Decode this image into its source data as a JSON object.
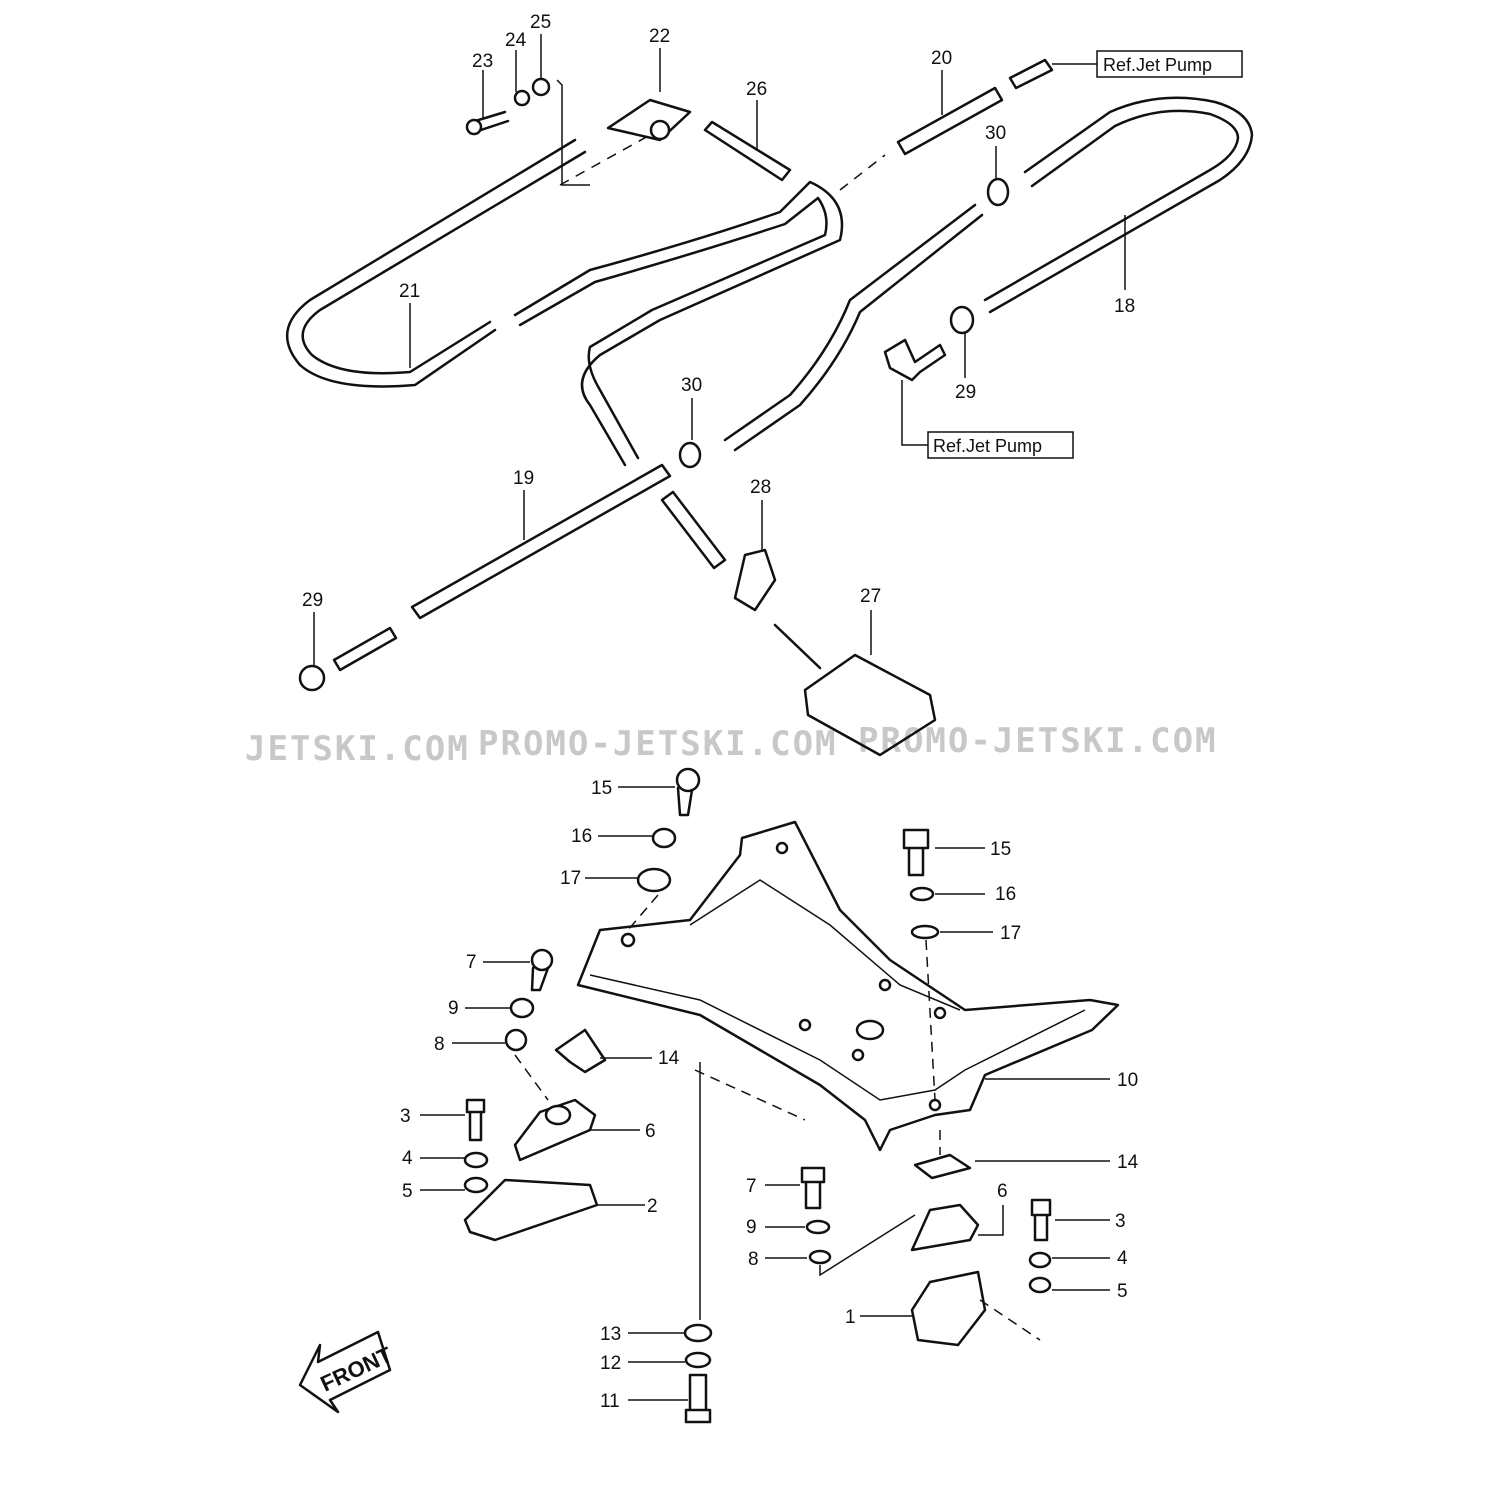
{
  "watermarks": [
    "JETSKI.COM",
    "PROMO-JETSKI.COM",
    "PROMO-JETSKI.COM"
  ],
  "references": [
    "Ref.Jet Pump",
    "Ref.Jet Pump"
  ],
  "front_label": "FRONT",
  "callouts": [
    "1",
    "2",
    "3",
    "4",
    "5",
    "6",
    "7",
    "8",
    "9",
    "10",
    "11",
    "12",
    "13",
    "14",
    "15",
    "16",
    "17",
    "18",
    "19",
    "20",
    "21",
    "22",
    "23",
    "24",
    "25",
    "26",
    "27",
    "28",
    "29",
    "30"
  ]
}
